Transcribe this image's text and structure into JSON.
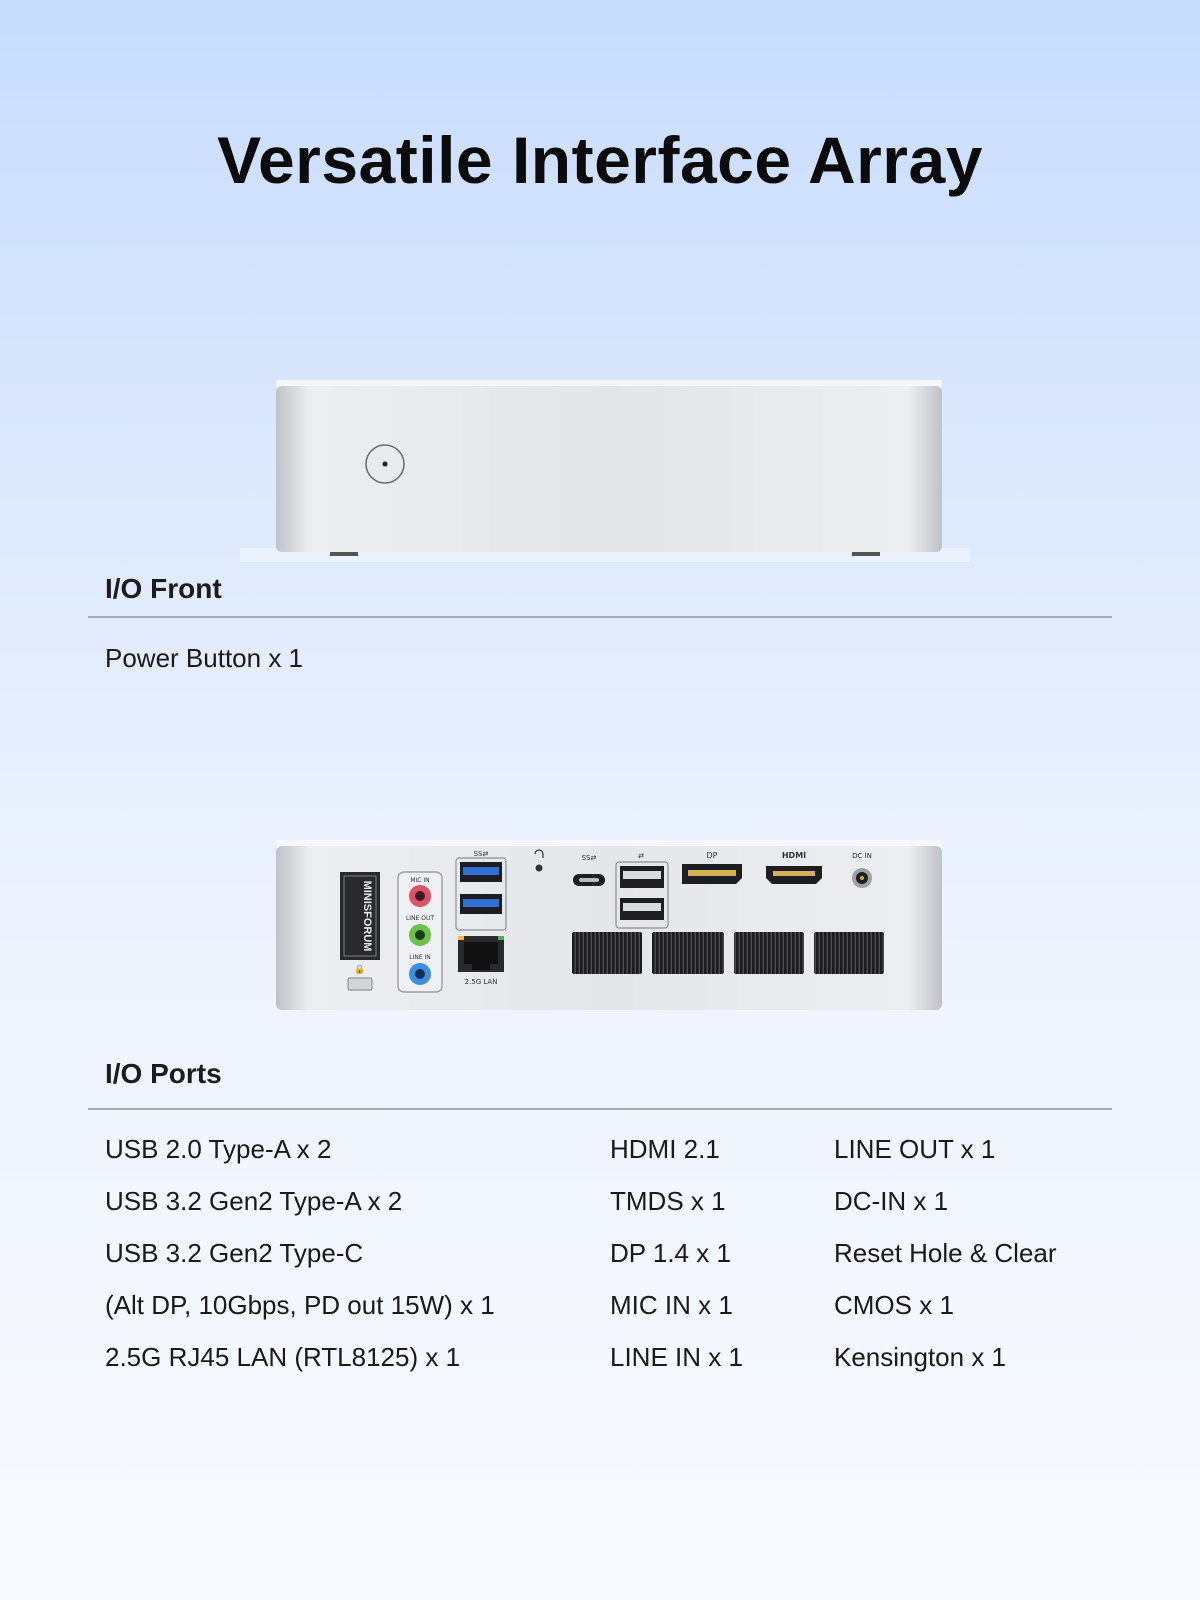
{
  "title": "Versatile Interface Array",
  "front": {
    "heading": "I/O Front",
    "items": [
      "Power Button  x 1"
    ]
  },
  "rear_labels": {
    "brand": "MINISFORUM",
    "mic_in": "MIC IN",
    "line_out": "LINE OUT",
    "line_in": "LINE IN",
    "lan": "2.5G LAN",
    "usb_ss": "SS⇄",
    "usbc": "SS⇄",
    "usb2": "⇄",
    "dp": "DP",
    "hdmi": "HDMI",
    "dc_in": "DC IN"
  },
  "ports": {
    "heading": "I/O Ports",
    "col1": [
      "USB 2.0 Type-A  x 2",
      "USB 3.2 Gen2 Type-A  x 2",
      "USB 3.2 Gen2 Type-C",
      "(Alt DP, 10Gbps, PD out 15W)  x 1",
      "2.5G RJ45 LAN (RTL8125)  x 1"
    ],
    "col2": [
      "HDMI 2.1",
      "TMDS  x 1",
      "DP 1.4  x 1",
      "MIC IN  x 1",
      "LINE IN  x 1"
    ],
    "col3": [
      "LINE OUT  x 1",
      "DC-IN  x 1",
      "Reset Hole & Clear",
      "CMOS x 1",
      "Kensington x 1"
    ]
  },
  "colors": {
    "mic": "#e0506a",
    "line_out": "#6cc24a",
    "line_in": "#3a8fe0",
    "usb3_blue": "#2f6fd6"
  }
}
